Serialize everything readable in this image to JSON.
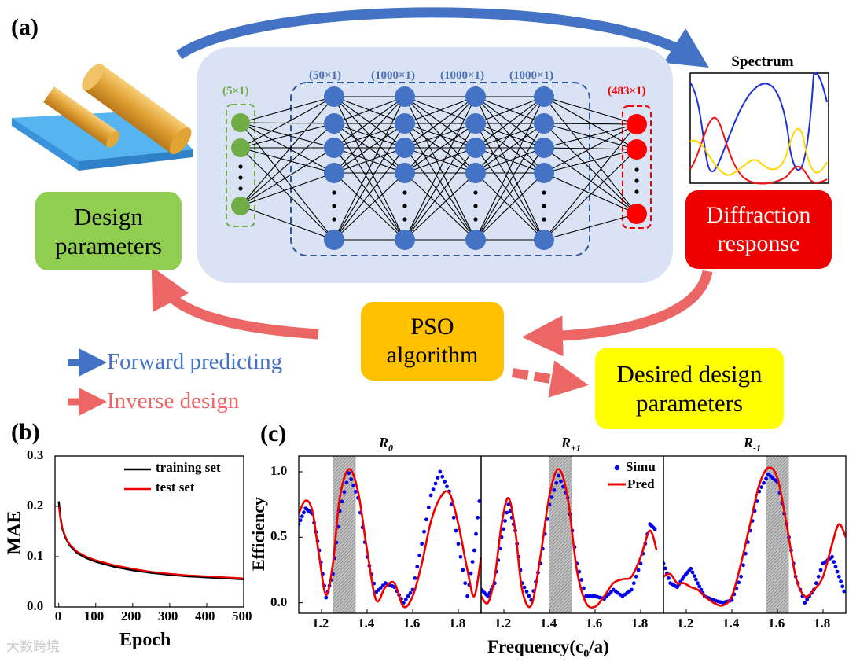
{
  "panel_labels": {
    "a": "(a)",
    "b": "(b)",
    "c": "(c)"
  },
  "boxes": {
    "design_parameters": [
      "Design",
      "parameters"
    ],
    "diffraction_response": [
      "Diffraction",
      "response"
    ],
    "pso_algorithm": [
      "PSO",
      "algorithm"
    ],
    "desired_design_parameters": [
      "Desired design",
      "parameters"
    ]
  },
  "network": {
    "input_dim": "(5×1)",
    "hidden_dims": [
      "(50×1)",
      "(1000×1)",
      "(1000×1)",
      "(1000×1)"
    ],
    "output_dim": "(483×1)"
  },
  "spectrum_title": "Spectrum",
  "legend": {
    "forward": "Forward predicting",
    "inverse": "Inverse design"
  },
  "colors": {
    "forward_arrow": "#4472c4",
    "inverse_arrow": "#ec6666",
    "design_box": "#8fce4e",
    "diffraction_box": "#ee0000",
    "pso_box": "#ffc000",
    "desired_box": "#ffff00",
    "nn_background": "#dae3f3",
    "input_node": "#70ad47",
    "hidden_node": "#4472c4",
    "output_node": "#ff0000"
  },
  "chart_data": [
    {
      "type": "line",
      "panel": "(b)",
      "xlabel": "Epoch",
      "ylabel": "MAE",
      "xlim": [
        -10,
        500
      ],
      "ylim": [
        0,
        0.3
      ],
      "xticks": [
        "0",
        "100",
        "200",
        "300",
        "400",
        "500"
      ],
      "yticks": [
        "0.0",
        "0.1",
        "0.2",
        "0.3"
      ],
      "legend_position": "top-right",
      "series": [
        {
          "name": "training set",
          "color": "#000000",
          "x": [
            0,
            5,
            10,
            20,
            30,
            50,
            75,
            100,
            150,
            200,
            250,
            300,
            350,
            400,
            450,
            500
          ],
          "values": [
            0.21,
            0.175,
            0.155,
            0.135,
            0.122,
            0.107,
            0.097,
            0.09,
            0.08,
            0.073,
            0.068,
            0.064,
            0.061,
            0.059,
            0.057,
            0.055
          ]
        },
        {
          "name": "test set",
          "color": "#ee0000",
          "x": [
            0,
            5,
            10,
            20,
            30,
            50,
            75,
            100,
            150,
            200,
            250,
            300,
            350,
            400,
            450,
            500
          ],
          "values": [
            0.2,
            0.172,
            0.156,
            0.137,
            0.124,
            0.11,
            0.1,
            0.093,
            0.083,
            0.076,
            0.07,
            0.066,
            0.063,
            0.061,
            0.059,
            0.057
          ]
        }
      ]
    },
    {
      "type": "line",
      "panel": "(c)",
      "xlabel": "Frequency(c0/a)",
      "ylabel": "Efficiency",
      "ylim": [
        -0.08,
        1.12
      ],
      "yticks": [
        "0.0",
        "0.5",
        "1.0"
      ],
      "subplots": [
        {
          "title": "R0",
          "xlim": [
            1.1,
            1.9
          ],
          "xticks": [
            "1.2",
            "1.4",
            "1.6",
            "1.8"
          ],
          "shade": [
            1.25,
            1.35
          ],
          "series": [
            {
              "name": "Simu",
              "style": "dots",
              "color": "#0000ee",
              "x": [
                1.1,
                1.13,
                1.16,
                1.19,
                1.22,
                1.25,
                1.28,
                1.32,
                1.36,
                1.4,
                1.44,
                1.48,
                1.52,
                1.56,
                1.6,
                1.64,
                1.68,
                1.72,
                1.76,
                1.8,
                1.84,
                1.87,
                1.9
              ],
              "values": [
                0.6,
                0.72,
                0.68,
                0.4,
                0.04,
                0.22,
                0.7,
                0.99,
                0.8,
                0.35,
                0.08,
                0.15,
                0.12,
                0.0,
                0.1,
                0.45,
                0.82,
                1.0,
                0.85,
                0.45,
                0.05,
                0.4,
                0.9
              ]
            },
            {
              "name": "Pred",
              "style": "line",
              "color": "#ee0000",
              "x": [
                1.1,
                1.13,
                1.16,
                1.19,
                1.22,
                1.25,
                1.28,
                1.32,
                1.36,
                1.4,
                1.44,
                1.48,
                1.52,
                1.56,
                1.6,
                1.64,
                1.68,
                1.72,
                1.76,
                1.8,
                1.84,
                1.87,
                1.9
              ],
              "values": [
                0.68,
                0.78,
                0.7,
                0.35,
                0.06,
                0.3,
                0.8,
                1.02,
                0.85,
                0.4,
                0.02,
                0.12,
                0.15,
                -0.03,
                0.05,
                0.3,
                0.62,
                0.8,
                0.84,
                0.6,
                0.25,
                0.05,
                0.35
              ]
            }
          ]
        },
        {
          "title": "R+1",
          "xlim": [
            1.1,
            1.9
          ],
          "xticks": [
            "1.2",
            "1.4",
            "1.6",
            "1.8"
          ],
          "shade": [
            1.4,
            1.5
          ],
          "legend_position": "top-right",
          "series": [
            {
              "name": "Simu",
              "style": "dots",
              "color": "#0000ee",
              "x": [
                1.1,
                1.13,
                1.16,
                1.19,
                1.22,
                1.25,
                1.28,
                1.32,
                1.36,
                1.4,
                1.44,
                1.48,
                1.52,
                1.56,
                1.6,
                1.64,
                1.68,
                1.72,
                1.76,
                1.8,
                1.84,
                1.87
              ],
              "values": [
                0.1,
                0.05,
                0.15,
                0.5,
                0.75,
                0.55,
                0.15,
                0.02,
                0.3,
                0.75,
                0.97,
                0.8,
                0.3,
                0.05,
                0.05,
                0.03,
                0.1,
                0.05,
                0.1,
                0.3,
                0.6,
                0.55
              ]
            },
            {
              "name": "Pred",
              "style": "line",
              "color": "#ee0000",
              "x": [
                1.1,
                1.13,
                1.16,
                1.19,
                1.22,
                1.25,
                1.28,
                1.32,
                1.36,
                1.4,
                1.44,
                1.48,
                1.52,
                1.56,
                1.6,
                1.64,
                1.68,
                1.72,
                1.76,
                1.8,
                1.84,
                1.87
              ],
              "values": [
                0.05,
                0.0,
                0.2,
                0.6,
                0.8,
                0.55,
                0.1,
                -0.02,
                0.35,
                0.82,
                1.02,
                0.8,
                0.25,
                0.0,
                -0.03,
                0.05,
                0.15,
                0.18,
                0.2,
                0.35,
                0.55,
                0.4
              ]
            }
          ]
        },
        {
          "title": "R-1",
          "xlim": [
            1.1,
            1.9
          ],
          "xticks": [
            "1.2",
            "1.4",
            "1.6",
            "1.8"
          ],
          "shade": [
            1.55,
            1.65
          ],
          "series": [
            {
              "name": "Simu",
              "style": "dots",
              "color": "#0000ee",
              "x": [
                1.1,
                1.13,
                1.16,
                1.19,
                1.22,
                1.25,
                1.28,
                1.32,
                1.36,
                1.4,
                1.44,
                1.48,
                1.52,
                1.56,
                1.6,
                1.64,
                1.68,
                1.72,
                1.76,
                1.8,
                1.84,
                1.87,
                1.9
              ],
              "values": [
                0.3,
                0.15,
                0.12,
                0.2,
                0.26,
                0.15,
                0.05,
                0.02,
                0.0,
                0.02,
                0.2,
                0.55,
                0.85,
                0.98,
                0.92,
                0.6,
                0.2,
                0.0,
                0.1,
                0.3,
                0.35,
                0.2,
                0.05
              ]
            },
            {
              "name": "Pred",
              "style": "line",
              "color": "#ee0000",
              "x": [
                1.1,
                1.13,
                1.16,
                1.19,
                1.22,
                1.25,
                1.28,
                1.32,
                1.36,
                1.4,
                1.44,
                1.48,
                1.52,
                1.56,
                1.6,
                1.64,
                1.68,
                1.72,
                1.76,
                1.8,
                1.84,
                1.87,
                1.9
              ],
              "values": [
                0.2,
                0.22,
                0.15,
                0.15,
                0.12,
                0.1,
                0.05,
                0.0,
                -0.02,
                0.05,
                0.3,
                0.6,
                0.9,
                1.03,
                0.95,
                0.6,
                0.2,
                0.05,
                0.1,
                0.2,
                0.45,
                0.6,
                0.5
              ]
            }
          ]
        }
      ]
    }
  ],
  "watermark": "大数跨境"
}
